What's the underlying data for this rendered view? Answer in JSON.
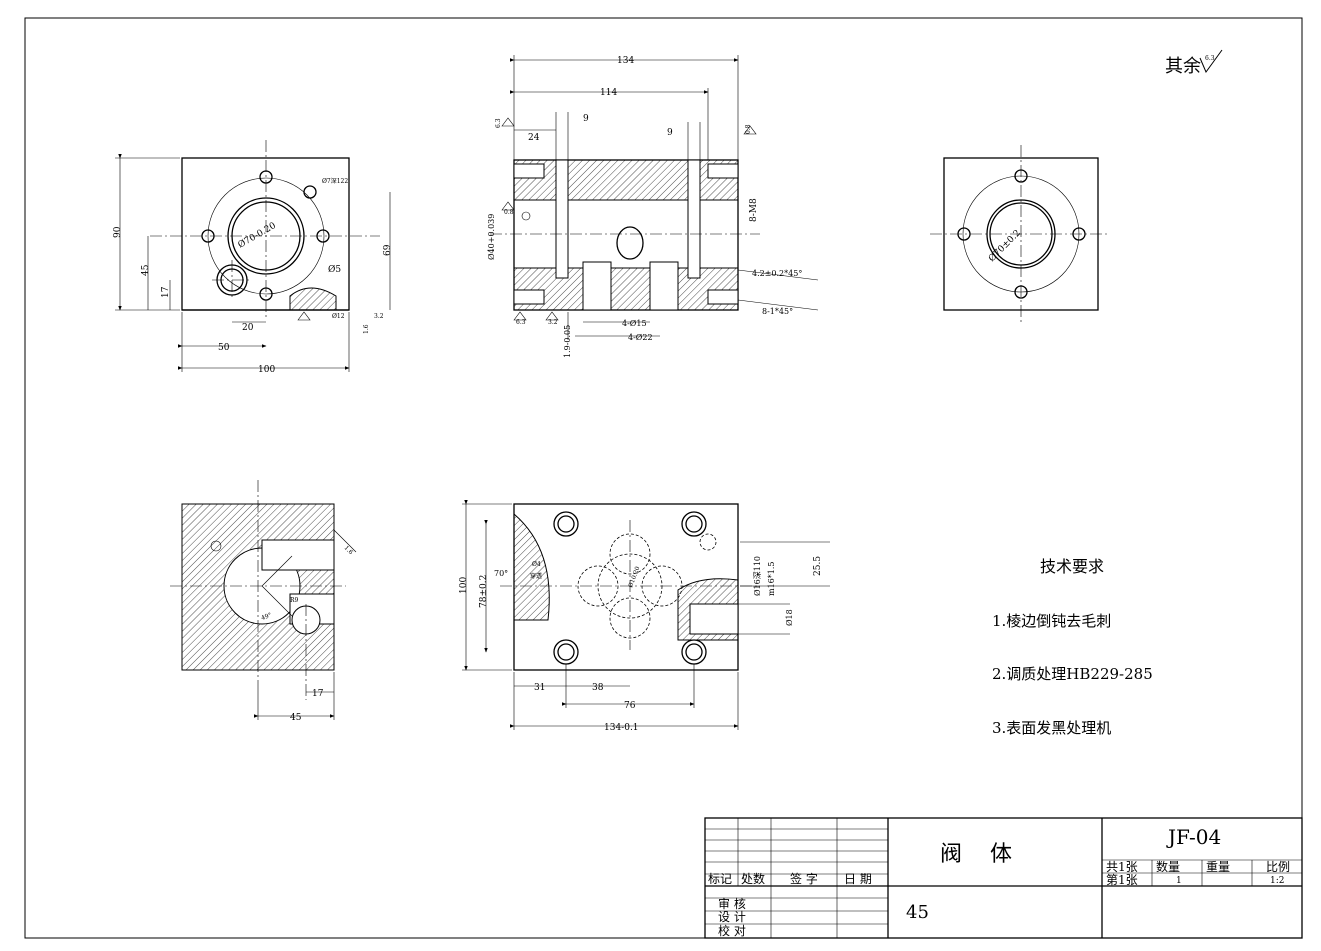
{
  "roughness_note": {
    "text": "其余",
    "value": "6.3"
  },
  "view_front_left": {
    "dim_90": "90",
    "dim_45": "45",
    "dim_17": "17",
    "dim_69": "69",
    "dim_20": "20",
    "dim_50": "50",
    "dim_100": "100",
    "hole_note": "Ø7深122",
    "dia_70": "Ø70-0.20",
    "dia_5": "Ø5",
    "dia_12": "Ø12",
    "rough_1": "1.6",
    "rough_2": "3.2"
  },
  "view_section_top": {
    "dim_134": "134",
    "dim_114": "114",
    "dim_24": "24",
    "dim_9a": "9",
    "dim_9b": "9",
    "dim_bore": "Ø40+0.039",
    "dim_8m8": "8-M8",
    "chamfer_1": "4.2±0.2*45°",
    "chamfer_2": "8-1*45°",
    "dim_4d15": "4-Ø15",
    "dim_4d22": "4-Ø22",
    "dim_19": "1.9-0.05",
    "rough_a": "6.3",
    "rough_b": "0.8",
    "rough_c": "0.8",
    "rough_d": "6.3",
    "rough_e": "3.2"
  },
  "view_right": {
    "dia": "Ø70±0.2"
  },
  "view_side_section": {
    "dim_17": "17",
    "dim_45": "45",
    "dim_r9": "R9",
    "angle": "49°",
    "rough": "1.6"
  },
  "view_bottom": {
    "dim_100": "100",
    "dim_78": "78±0.2",
    "dim_31": "31",
    "dim_38": "38",
    "dim_76": "76",
    "dim_134": "134-0.1",
    "dim_255": "25.5",
    "dim_16": "Ø16深110",
    "thread": "m16*1.5",
    "dim_18": "Ø18",
    "angle": "70°",
    "dim_4": "Ø4",
    "through": "穿透",
    "dia_centre": "Ø10.20"
  },
  "tech_notes": {
    "title": "技术要求",
    "items": [
      "1.棱边倒钝去毛刺",
      "2.调质处理HB229-285",
      "3.表面发黑处理机"
    ]
  },
  "title_block": {
    "part_name": "阀    体",
    "drawing_no": "JF-04",
    "material": "45",
    "row_labels": {
      "mark": "标记",
      "count": "处数",
      "sign": "签 字",
      "date": "日 期"
    },
    "review": "审  核",
    "design": "设  计",
    "check": "校  对",
    "sheets_total": "共1张",
    "sheet_no": "第1张",
    "qty_label": "数量",
    "qty_value": "1",
    "weight_label": "重量",
    "scale_label": "比例",
    "scale_value": "1:2"
  }
}
